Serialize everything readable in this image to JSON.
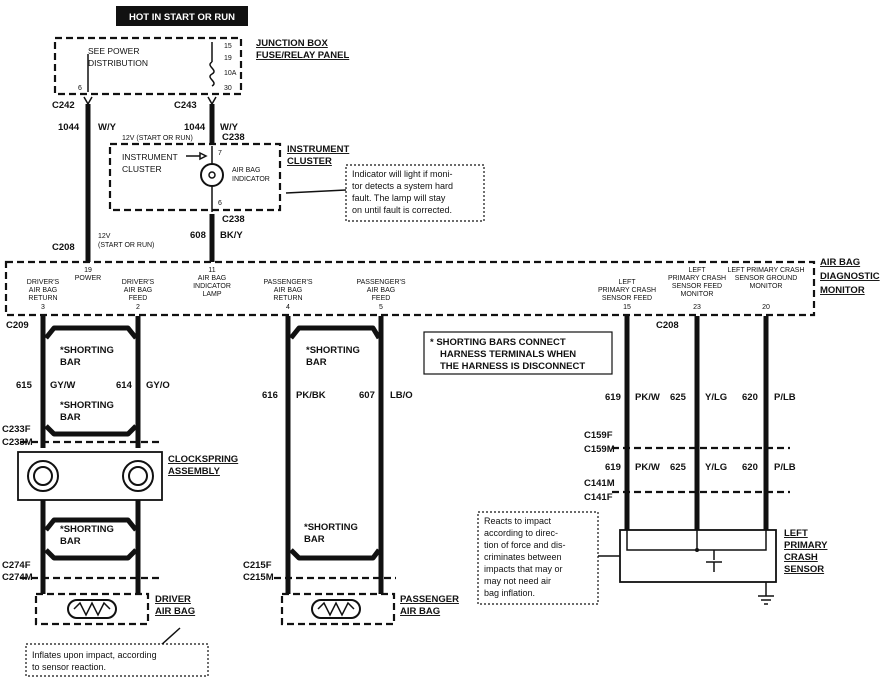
{
  "hot_label": "HOT IN START OR RUN",
  "junction_box": {
    "title_line1": "JUNCTION BOX",
    "title_line2": "FUSE/RELAY PANEL",
    "text_line1": "SEE POWER",
    "text_line2": "DISTRIBUTION",
    "pin_15": "15",
    "pin_19": "19",
    "fuse": "10A",
    "pin_6": "6",
    "pin_30": "30"
  },
  "connectors": {
    "c242": "C242",
    "c243": "C243",
    "c238_top": "C238",
    "c238_bottom": "C238",
    "c208_left": "C208",
    "c208_right": "C208",
    "c209": "C209",
    "c233f": "C233F",
    "c233m": "C233M",
    "c274f": "C274F",
    "c274m": "C274M",
    "c215f": "C215F",
    "c215m": "C215M",
    "c159f": "C159F",
    "c159m": "C159M",
    "c141m": "C141M",
    "c141f": "C141F"
  },
  "wires": {
    "left_circuit": "1044",
    "left_color": "W/Y",
    "right_circuit": "1044",
    "right_color": "W/Y",
    "v12_start_run_top": "12V (START OR RUN)",
    "v12_start_run_mid_1": "12V",
    "v12_start_run_mid_2": "(START OR RUN)",
    "lamp_circuit": "608",
    "lamp_color": "BK/Y",
    "w615": "615",
    "w615_color": "GY/W",
    "w614": "614",
    "w614_color": "GY/O",
    "w616": "616",
    "w616_color": "PK/BK",
    "w607": "607",
    "w607_color": "LB/O",
    "w619": "619",
    "w619_color": "PK/W",
    "w625": "625",
    "w625_color": "Y/LG",
    "w620": "620",
    "w620_color": "P/LB",
    "w619b": "619",
    "w619b_color": "PK/W",
    "w625b": "625",
    "w625b_color": "Y/LG",
    "w620b": "620",
    "w620b_color": "P/LB"
  },
  "instrument_cluster": {
    "title_line1": "INSTRUMENT",
    "title_line2": "CLUSTER",
    "text_line1": "INSTRUMENT",
    "text_line2": "CLUSTER",
    "indicator_line1": "AIR BAG",
    "indicator_line2": "INDICATOR",
    "pin_7": "7",
    "pin_6": "6"
  },
  "indicator_note": [
    "Indicator will light if moni-",
    "tor detects a system hard",
    "fault.  The lamp will stay",
    "on until fault is corrected."
  ],
  "monitor": {
    "title_line1": "AIR BAG",
    "title_line2": "DIAGNOSTIC",
    "title_line3": "MONITOR",
    "pins": [
      {
        "l1": "DRIVER'S",
        "l2": "AIR BAG",
        "l3": "RETURN",
        "pin": "3"
      },
      {
        "l1": "19",
        "l2": "POWER",
        "l3": "",
        "pin": ""
      },
      {
        "l1": "DRIVER'S",
        "l2": "AIR BAG",
        "l3": "FEED",
        "pin": "2"
      },
      {
        "l1": "11",
        "l2": "AIR BAG",
        "l3": "INDICATOR",
        "l4": "LAMP",
        "pin": ""
      },
      {
        "l1": "PASSENGER'S",
        "l2": "AIR BAG",
        "l3": "RETURN",
        "pin": "4"
      },
      {
        "l1": "PASSENGER'S",
        "l2": "AIR BAG",
        "l3": "FEED",
        "pin": "5"
      },
      {
        "l1": "LEFT",
        "l2": "PRIMARY CRASH",
        "l3": "SENSOR FEED",
        "pin": "15"
      },
      {
        "l1": "LEFT",
        "l2": "PRIMARY CRASH",
        "l3": "SENSOR FEED",
        "l4": "MONITOR",
        "pin": "23"
      },
      {
        "l1": "LEFT PRIMARY CRASH",
        "l2": "SENSOR GROUND",
        "l3": "MONITOR",
        "pin": "20"
      }
    ]
  },
  "shorting_note": [
    "* SHORTING BARS CONNECT",
    "HARNESS TERMINALS WHEN",
    "THE HARNESS IS DISCONNECT"
  ],
  "shorting_bar_line1": "*SHORTING",
  "shorting_bar_line2": "BAR",
  "clockspring": {
    "title_line1": "CLOCKSPRING",
    "title_line2": "ASSEMBLY"
  },
  "driver_airbag": {
    "title_line1": "DRIVER",
    "title_line2": "AIR BAG"
  },
  "passenger_airbag": {
    "title_line1": "PASSENGER",
    "title_line2": "AIR BAG"
  },
  "crash_sensor": {
    "title_line1": "LEFT",
    "title_line2": "PRIMARY",
    "title_line3": "CRASH",
    "title_line4": "SENSOR"
  },
  "sensor_note": [
    "Reacts  to  impact",
    "according  to  direc-",
    "tion of force and dis-",
    "criminates between",
    "impacts that may or",
    "may  not  need  air",
    "bag inflation."
  ],
  "inflates_note": [
    "Inflates upon impact, according",
    "to sensor reaction."
  ]
}
